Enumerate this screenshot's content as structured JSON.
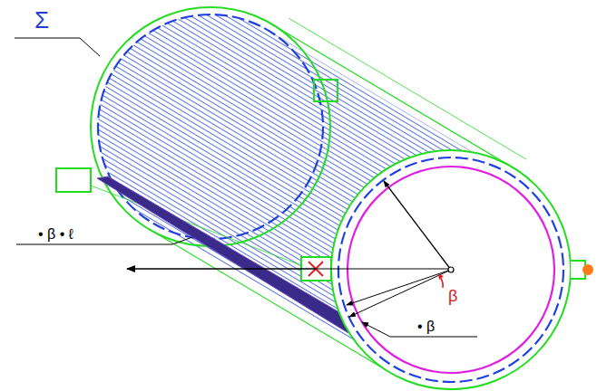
{
  "diagram": {
    "labels": [
      "Σ",
      "• β • ℓ",
      "β",
      "• β"
    ]
  }
}
